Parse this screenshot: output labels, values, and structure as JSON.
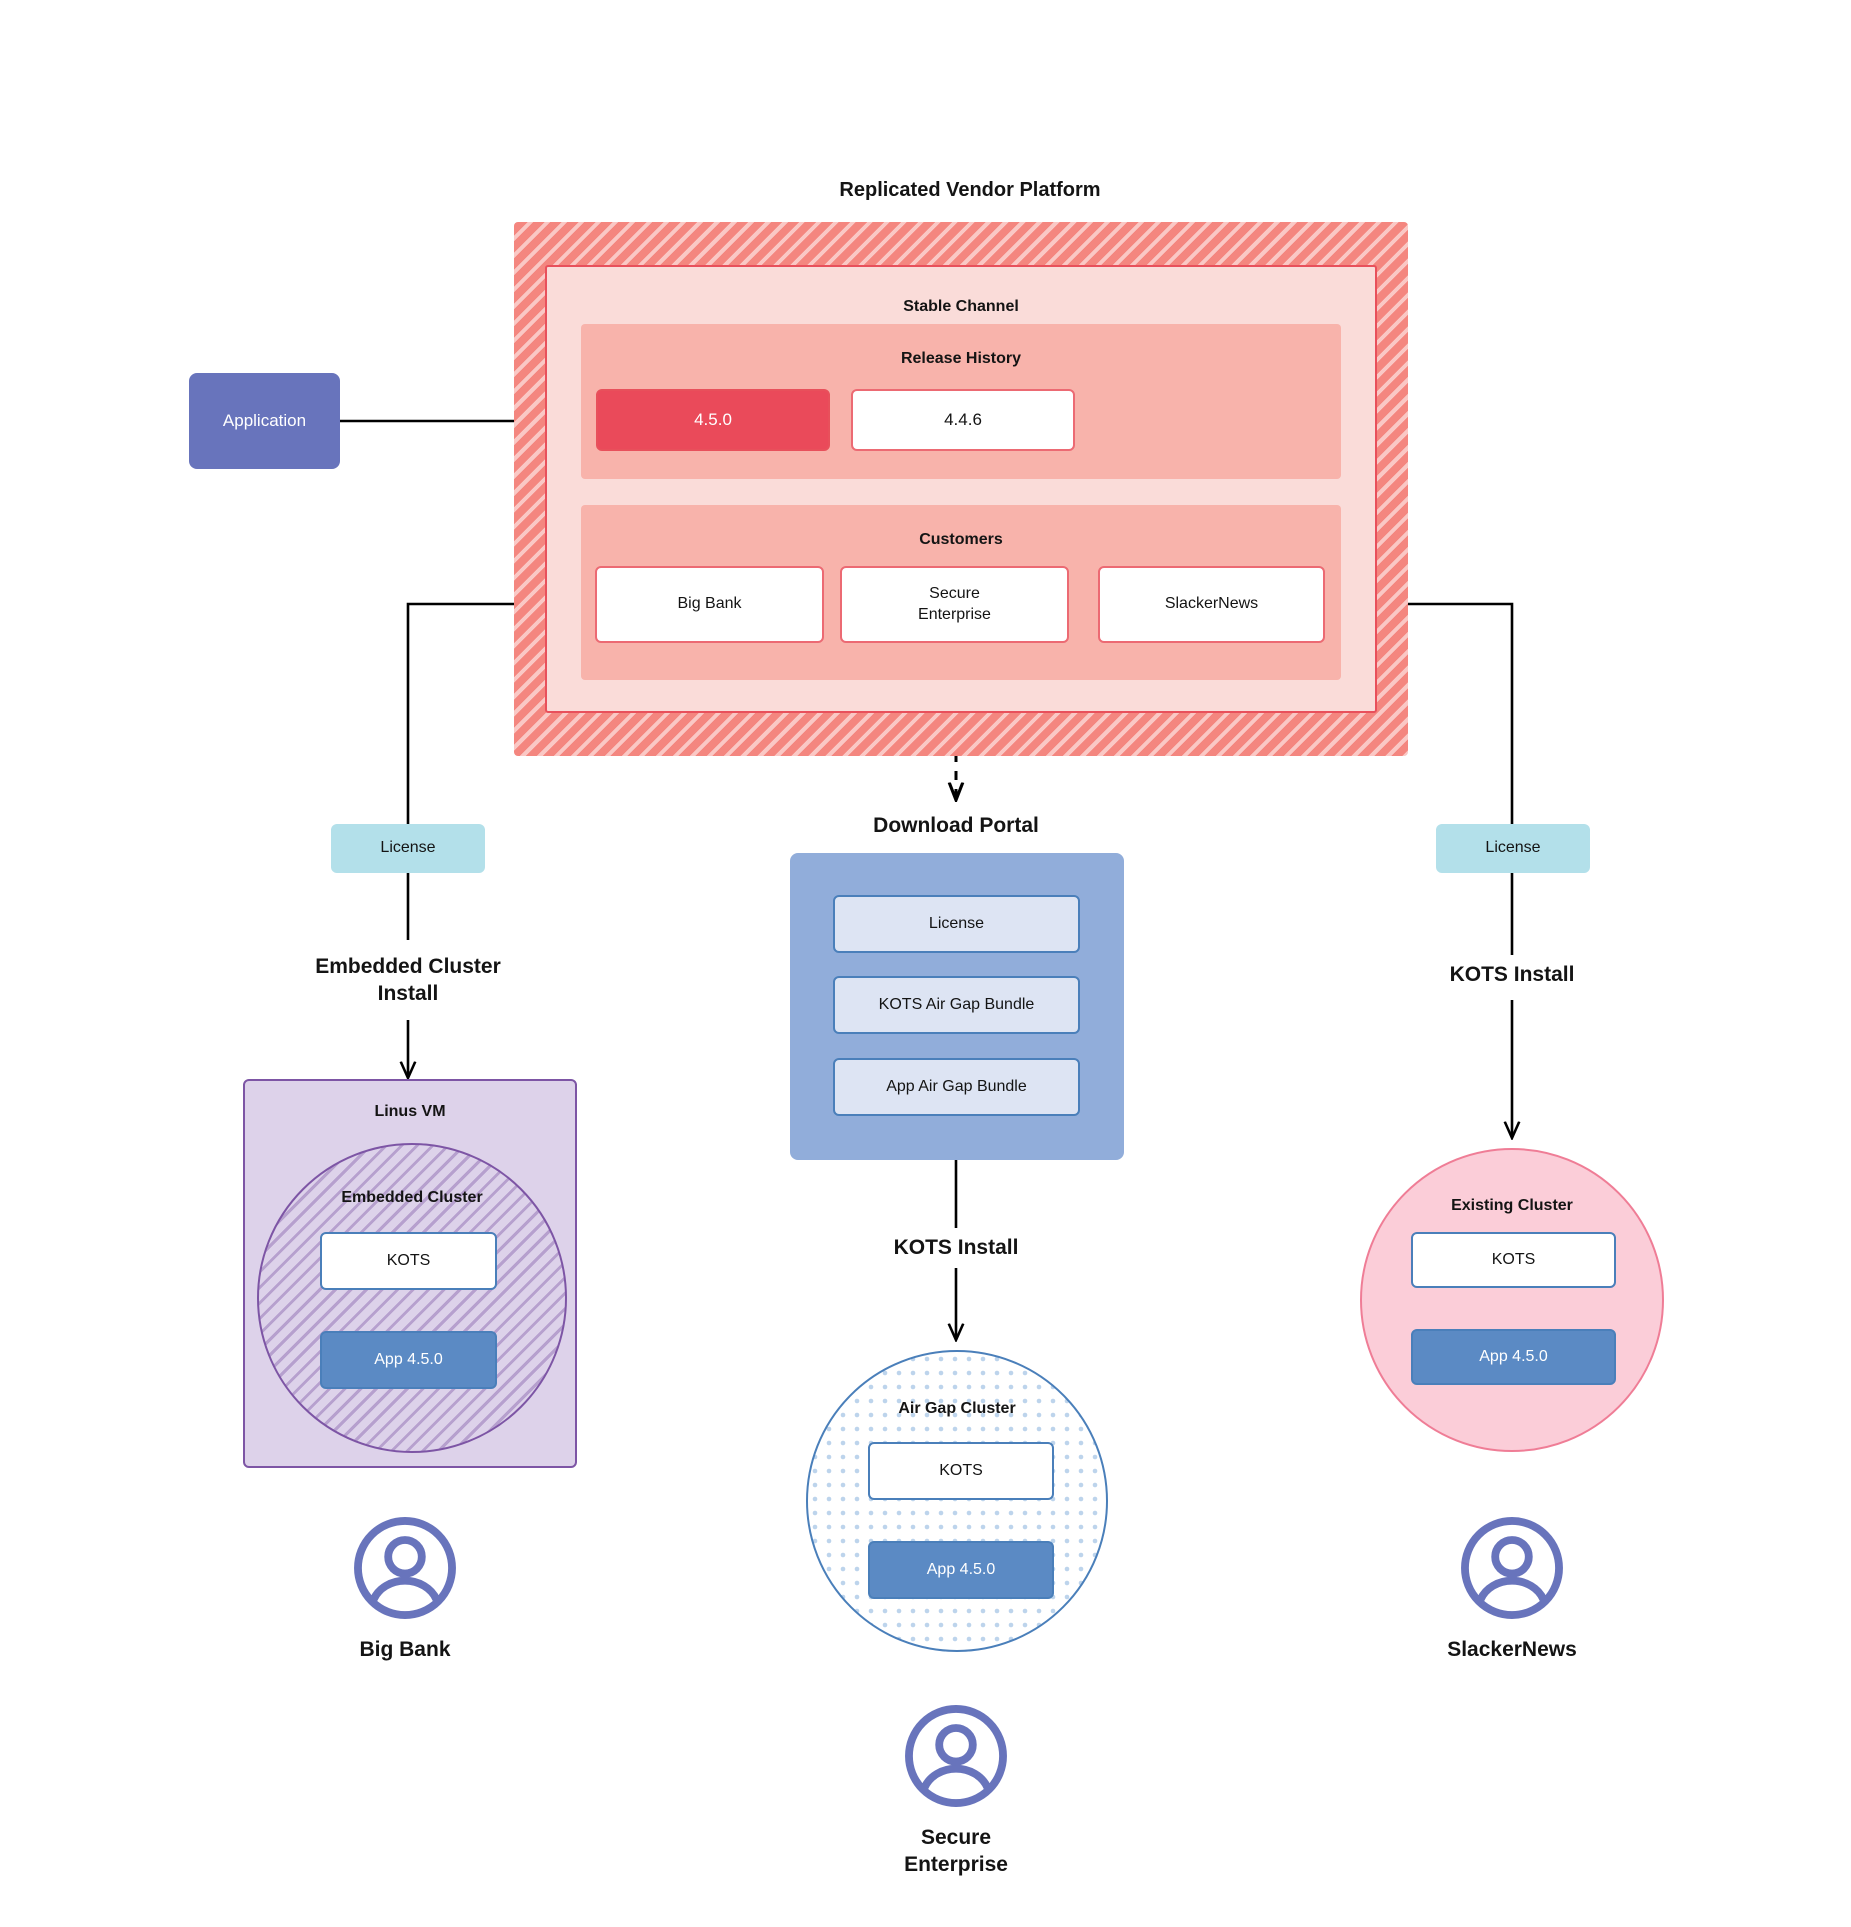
{
  "platform": {
    "title": "Replicated Vendor Platform",
    "stable_channel_label": "Stable Channel",
    "release_history_label": "Release History",
    "releases": [
      {
        "version": "4.5.0",
        "state": "current"
      },
      {
        "version": "4.4.6",
        "state": "previous"
      }
    ],
    "customers_label": "Customers",
    "customers": [
      {
        "name": "Big Bank"
      },
      {
        "name": "Secure\nEnterprise"
      },
      {
        "name": "SlackerNews"
      }
    ]
  },
  "application": {
    "label": "Application"
  },
  "left_branch": {
    "license_label": "License",
    "install_label": "Embedded Cluster\nInstall",
    "vm_title": "Linus VM",
    "cluster_title": "Embedded Cluster",
    "kots_label": "KOTS",
    "app_label": "App 4.5.0",
    "customer_label": "Big Bank"
  },
  "middle_branch": {
    "portal_title": "Download  Portal",
    "portal_items": [
      {
        "label": "License"
      },
      {
        "label": "KOTS Air Gap Bundle"
      },
      {
        "label": "App Air Gap Bundle"
      }
    ],
    "install_label": "KOTS Install",
    "cluster_title": "Air Gap Cluster",
    "kots_label": "KOTS",
    "app_label": "App 4.5.0",
    "customer_label": "Secure\nEnterprise"
  },
  "right_branch": {
    "license_label": "License",
    "install_label": "KOTS Install",
    "cluster_title": "Existing Cluster",
    "kots_label": "KOTS",
    "app_label": "App 4.5.0",
    "customer_label": "SlackerNews"
  },
  "icons": {
    "avatar": "user-circle-icon"
  },
  "colors": {
    "platform_hatch": "#f4867f",
    "stable_channel_bg": "#fadcd9",
    "release_panel_bg": "#f8b3ab",
    "release_current": "#ea4a5a",
    "accent_red": "#e8505b",
    "application_blue": "#6874bc",
    "license_teal": "#b3e0ea",
    "vm_purple": "#ddd2ea",
    "vm_border": "#7d55a5",
    "portal_blue": "#91adda",
    "portal_item_bg": "#dde4f3",
    "kots_border": "#4a7fba",
    "app_blue": "#5b8ac4",
    "existing_pink": "#fbcdd8",
    "existing_border": "#ef7d96",
    "avatar_blue": "#6874bc"
  }
}
